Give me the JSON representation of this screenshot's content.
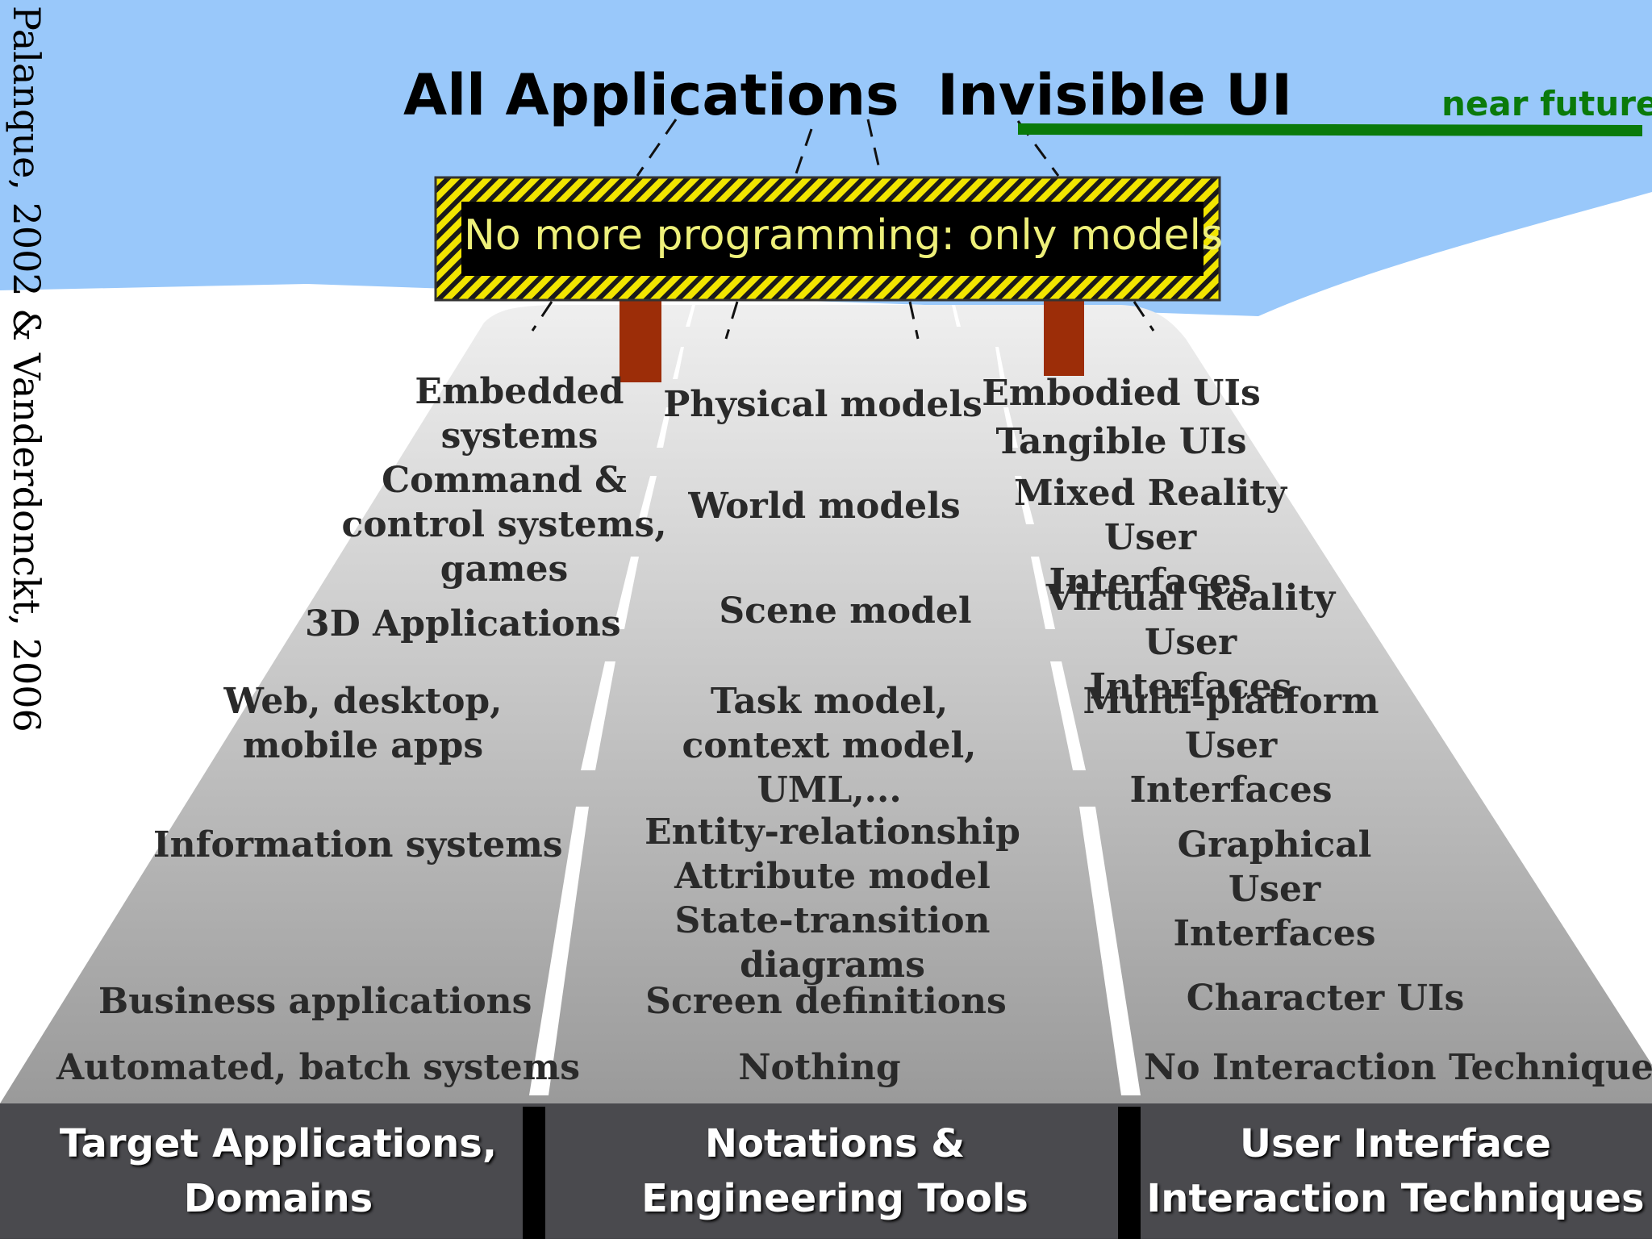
{
  "header": {
    "left_title": "All Applications",
    "right_title": "Invisible UI",
    "near_future": "near future"
  },
  "sign": {
    "text": "No more programming: only models"
  },
  "credit": "Palanque, 2002 & Vanderdonckt, 2006",
  "columns": {
    "applications": [
      "Embedded\nsystems",
      "Command &\ncontrol systems,\ngames",
      "3D Applications",
      "Web, desktop,\nmobile apps",
      "Information systems",
      "Business applications",
      "Automated, batch systems"
    ],
    "notations": [
      "Physical models",
      "World models",
      "Scene model",
      "Task model,\ncontext model, UML,...",
      "Entity-relationship\nAttribute model\nState-transition diagrams",
      "Screen definitions",
      "Nothing"
    ],
    "interaction": [
      "Embodied UIs",
      "Tangible UIs",
      "Mixed Reality\nUser Interfaces",
      "Virtual Reality\nUser Interfaces",
      "Multi-platform\nUser Interfaces",
      "Graphical User\nInterfaces",
      "Character UIs",
      "No Interaction Technique"
    ]
  },
  "footer": {
    "left": "Target Applications,\nDomains",
    "middle": "Notations &\nEngineering Tools",
    "right": "User Interface\nInteraction Techniques"
  },
  "colors": {
    "sky": "#99c8fa",
    "road_top": "#ececec",
    "road_bottom": "#9a9a9a",
    "footer": "#4a4a4e",
    "sign_stripe": "#f2e500",
    "sign_inner": "#000000",
    "sign_text": "#eef07a",
    "post": "#9c2d08",
    "near_future": "#0a7a0a"
  }
}
